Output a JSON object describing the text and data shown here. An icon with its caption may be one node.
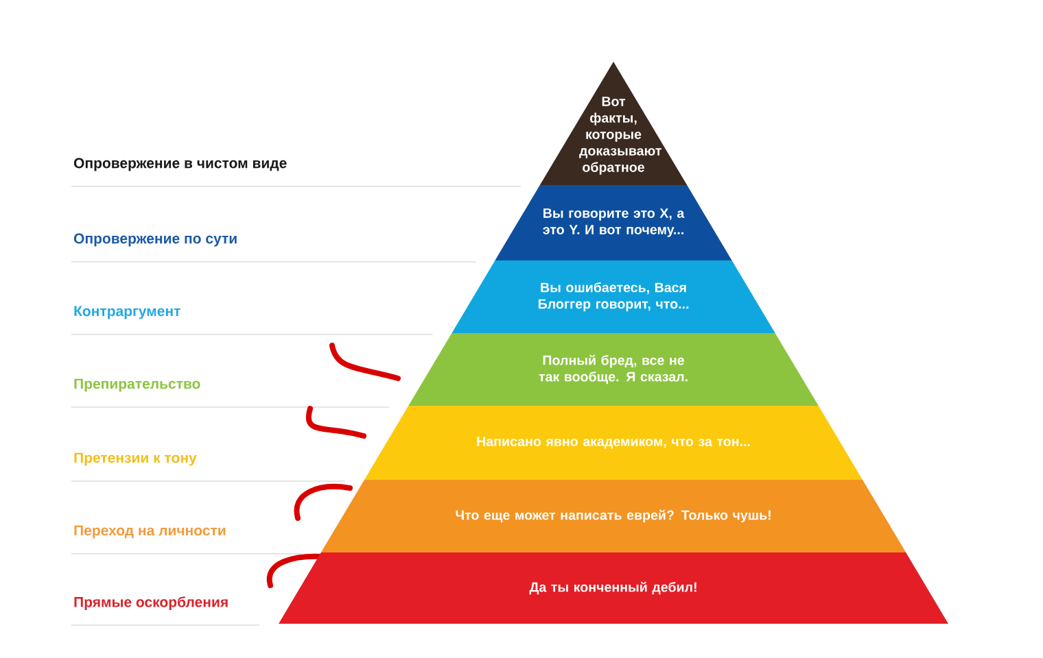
{
  "diagram": {
    "nodes": [
      {
        "text": [
          "Вот факты, которые доказывают обратное"
        ]
      },
      {
        "text": [
          "Вы говорите это X, а это Y. И вот почему..."
        ]
      },
      {
        "text": [
          "Вы ошибаетесь, Вася Блоггер говорит, что..."
        ]
      },
      {
        "text": [
          "Полный бред, все не так вообще. Я сказал."
        ]
      },
      {
        "text": [
          "Написано явно академиком, что за тон..."
        ]
      },
      {
        "text": [
          "Что еще может написать еврей? Только чушь!"
        ]
      },
      {
        "text": [
          "Да ты конченный дебил!"
        ]
      }
    ],
    "labels": [
      "Опровержение в чистом виде",
      "Опровержение по сути",
      "Контраргумент",
      "Препирательство",
      "Претензии к тону",
      "Переход на личности",
      "Прямые оскорбления"
    ]
  }
}
